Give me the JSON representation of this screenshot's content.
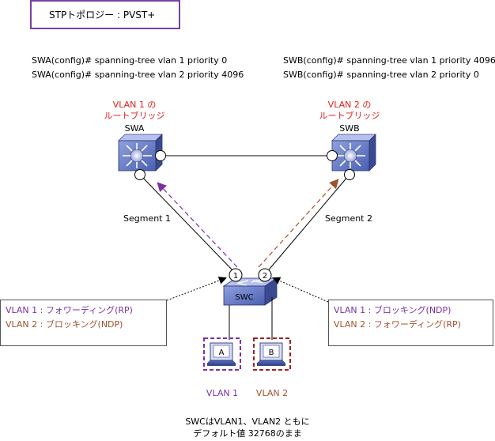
{
  "title": "STPトポロジー : PVST+",
  "swa_commands": [
    "SWA(config)# spanning-tree vlan 1 priority 0",
    "SWA(config)# spanning-tree vlan 2 priority 4096"
  ],
  "swb_commands": [
    "SWB(config)# spanning-tree vlan 1 priority 4096",
    "SWB(config)# spanning-tree vlan 2 priority 0"
  ],
  "swa": {
    "root_line1": "VLAN 1 の",
    "root_line2": "ルートブリッジ",
    "name": "SWA"
  },
  "swb": {
    "root_line1": "VLAN 2 の",
    "root_line2": "ルートブリッジ",
    "name": "SWB"
  },
  "swc": {
    "name": "SWC",
    "port1": "1",
    "port2": "2"
  },
  "segment1": "Segment 1",
  "segment2": "Segment 2",
  "left_state": {
    "line1": "VLAN 1 : フォワーディング(RP)",
    "line2": "VLAN 2 : ブロッキング(NDP)"
  },
  "right_state": {
    "line1": "VLAN 1 : ブロッキング(NDP)",
    "line2": "VLAN 2 : フォワーディング(RP)"
  },
  "host_a": {
    "letter": "A",
    "vlan": "VLAN 1"
  },
  "host_b": {
    "letter": "B",
    "vlan": "VLAN 2"
  },
  "note": {
    "line1": "SWCはVLAN1、VLAN2 ともに",
    "line2": "デフォルト値 32768のまま"
  },
  "colors": {
    "root_label": "#e02020",
    "vlan1": "#7b2fa5",
    "vlan2": "#a0522d",
    "switch_blue": "#4a5fb0"
  }
}
